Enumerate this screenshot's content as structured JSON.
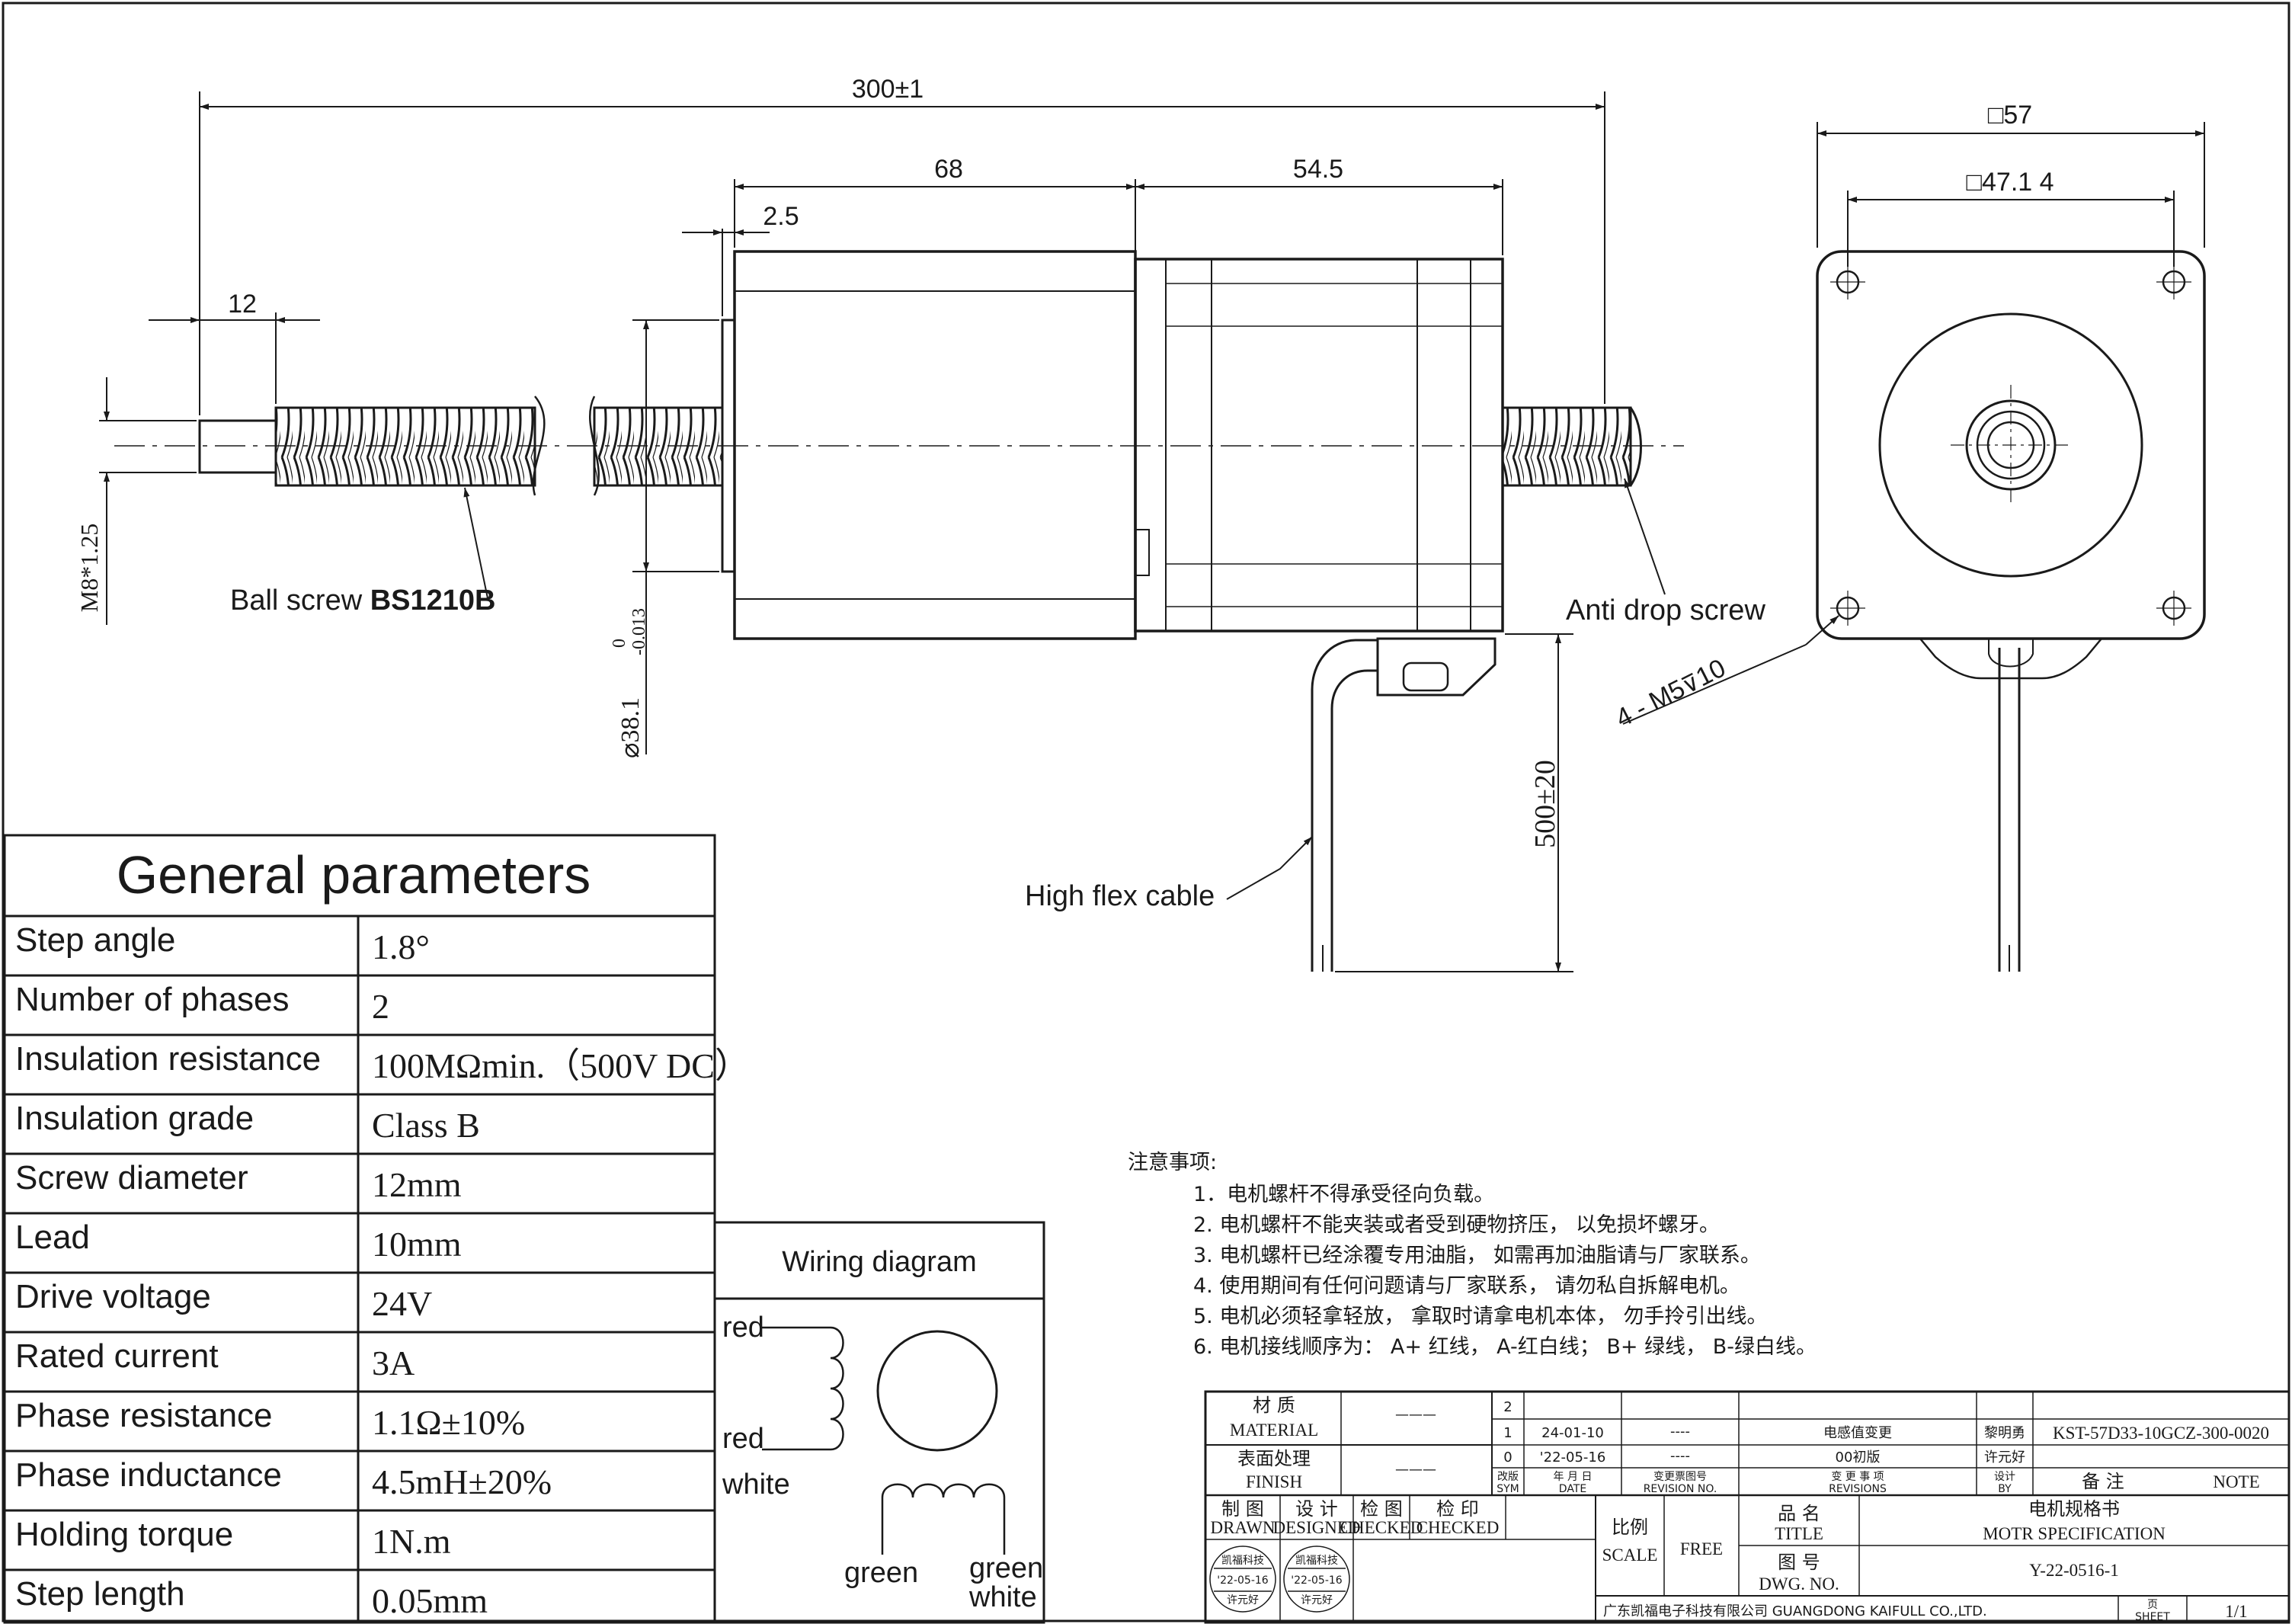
{
  "drawing": {
    "dims": {
      "overall_length": "300±1",
      "body_length": "68",
      "rear_length": "54.5",
      "boss_depth": "2.5",
      "screw_end": "12",
      "thread": "M8*1.25",
      "pilot_dia": "38.1",
      "pilot_tol_upper": "0",
      "pilot_tol_lower": "-0.013",
      "flange_size": "57",
      "hole_pitch": "47.1 4",
      "mount_holes": "4 - M5",
      "mount_depth": "10",
      "cable_length": "500±20"
    },
    "labels": {
      "ball_screw_prefix": "Ball screw ",
      "ball_screw_model": "BS1210B",
      "anti_drop": "Anti drop screw",
      "cable": "High flex cable"
    }
  },
  "params": {
    "title": "General parameters",
    "rows": [
      {
        "name": "Step angle",
        "value": "1.8°"
      },
      {
        "name": "Number of phases",
        "value": "2"
      },
      {
        "name": "Insulation resistance",
        "value": "100MΩmin.（500V DC）"
      },
      {
        "name": "Insulation grade",
        "value": "Class B"
      },
      {
        "name": "Screw diameter",
        "value": "12mm"
      },
      {
        "name": "Lead",
        "value": "10mm"
      },
      {
        "name": "Drive voltage",
        "value": "24V"
      },
      {
        "name": "Rated current",
        "value": "3A"
      },
      {
        "name": "Phase resistance",
        "value": "1.1Ω±10%"
      },
      {
        "name": "Phase inductance",
        "value": "4.5mH±20%"
      },
      {
        "name": "Holding torque",
        "value": "1N.m"
      },
      {
        "name": "Step length",
        "value": "0.05mm"
      }
    ]
  },
  "wiring": {
    "title": "Wiring diagram",
    "red": "red",
    "red2": "red",
    "white": "white",
    "green": "green",
    "green_white_1": "green",
    "green_white_2": "white"
  },
  "notes": {
    "heading": "注意事项:",
    "items": [
      "1．电机螺杆不得承受径向负载。",
      "2. 电机螺杆不能夹装或者受到硬物挤压， 以免损坏螺牙。",
      "3. 电机螺杆已经涂覆专用油脂， 如需再加油脂请与厂家联系。",
      "4. 使用期间有任何问题请与厂家联系， 请勿私自拆解电机。",
      "5. 电机必须轻拿轻放， 拿取时请拿电机本体， 勿手拎引出线。",
      "6. 电机接线顺序为： A+ 红线， A-红白线； B+ 绿线， B-绿白线。"
    ]
  },
  "title_block": {
    "material_cn": "材 质",
    "material_en": "MATERIAL",
    "finish_cn": "表面处理",
    "finish_en": "FINISH",
    "dash": "———",
    "rev2": "2",
    "rev1": "1",
    "rev1_date": "24-01-10",
    "rev1_no": "----",
    "rev1_desc": "电感值变更",
    "rev1_by": "黎明勇",
    "rev0": "0",
    "rev0_date": "'22-05-16",
    "rev0_no": "----",
    "rev0_desc": "00初版",
    "rev0_by": "许元好",
    "model": "KST-57D33-10GCZ-300-0020",
    "sym_cn": "改版",
    "sym_en": "SYM",
    "date_cn": "年 月 日",
    "date_en": "DATE",
    "revno_cn": "变更票图号",
    "revno_en": "REVISION NO.",
    "revisions_cn": "变 更 事 项",
    "revisions_en": "REVISIONS",
    "by_cn": "设计",
    "by_en": "BY",
    "note_cn": "备 注",
    "note_en": "NOTE",
    "drawn_cn": "制 图",
    "drawn_en": "DRAWN",
    "designed_cn": "设 计",
    "designed_en": "DESIGNED",
    "checked_cn": "检 图",
    "checked_en": "CHECKED",
    "checked2_cn": "检 印",
    "checked2_en": "CHECKED",
    "scale_cn": "比例",
    "scale_en": "SCALE",
    "scale_val": "FREE",
    "title_cn": "品 名",
    "title_en": "TITLE",
    "title_val_cn": "电机规格书",
    "title_val_en": "MOTR SPECIFICATION",
    "dwg_cn": "图 号",
    "dwg_en": "DWG. NO.",
    "dwg_val": "Y-22-0516-1",
    "company": "广东凯福电子科技有限公司 GUANGDONG KAIFULL CO.,LTD.",
    "sheet_cn": "页",
    "sheet_en": "SHEET",
    "sheet_val": "1/1",
    "stamp_co": "凯福科技",
    "stamp_date": "'22-05-16",
    "stamp_name": "许元好"
  }
}
